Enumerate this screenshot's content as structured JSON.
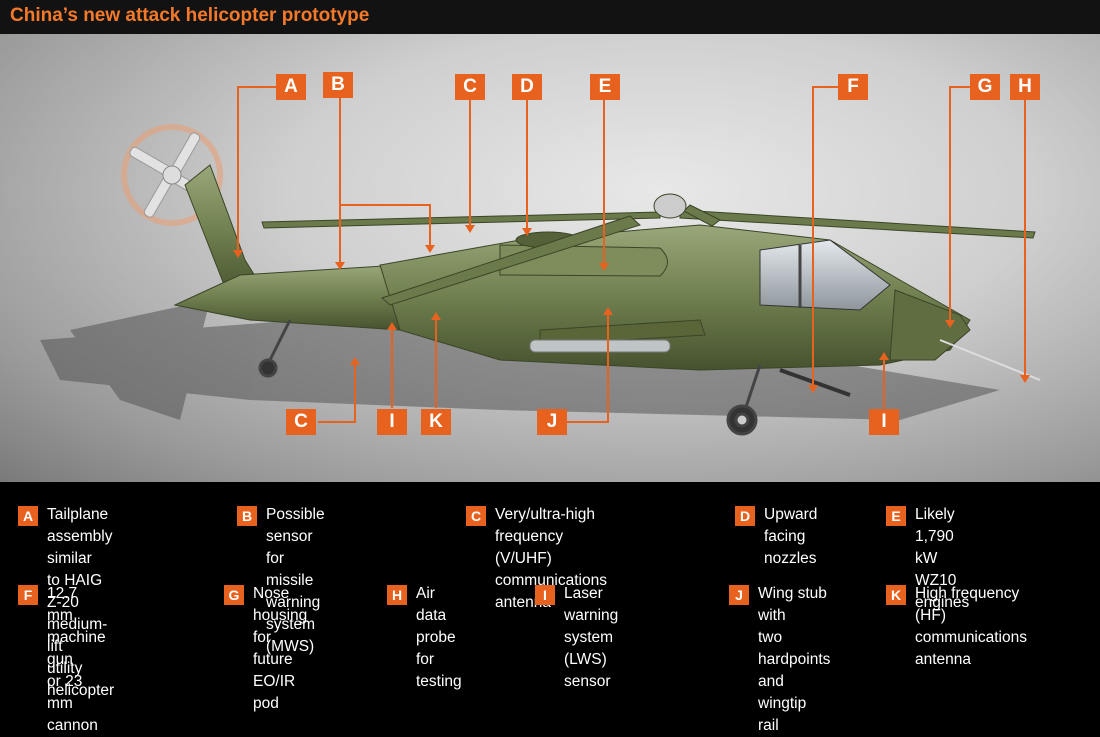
{
  "title": "China’s new attack helicopter prototype",
  "callouts": [
    "A",
    "B",
    "C",
    "D",
    "E",
    "F",
    "G",
    "H",
    "C",
    "I",
    "K",
    "J",
    "I"
  ],
  "legend": [
    {
      "letter": "A",
      "text": "Tailplane assembly similar\nto HAIG Z-20 medium-lift\nutility helicopter"
    },
    {
      "letter": "B",
      "text": "Possible sensor for missile\nwarning system (MWS)"
    },
    {
      "letter": "C",
      "text": "Very/ultra-high frequency (V/UHF)\ncommunications antenna"
    },
    {
      "letter": "D",
      "text": "Upward facing\nnozzles"
    },
    {
      "letter": "E",
      "text": "Likely 1,790 kW\nWZ10 engines"
    },
    {
      "letter": "F",
      "text": "12.7 mm machine gun\nor 23 mm cannon"
    },
    {
      "letter": "G",
      "text": "Nose housing for\nfuture EO/IR pod"
    },
    {
      "letter": "H",
      "text": "Air data probe\nfor testing"
    },
    {
      "letter": "I",
      "text": "Laser warning system\n(LWS) sensor"
    },
    {
      "letter": "J",
      "text": "Wing stub with\ntwo hardpoints\nand wingtip rail"
    },
    {
      "letter": "K",
      "text": "High frequency (HF)\ncommunications antenna"
    }
  ],
  "colors": {
    "accent": "#e8621f",
    "title": "#f47a2a",
    "body": "#6f7f4e"
  }
}
